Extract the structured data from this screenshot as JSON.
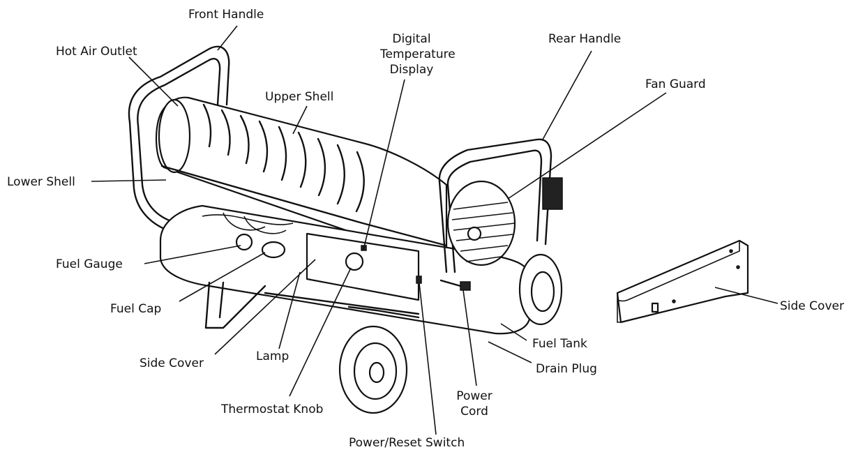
{
  "labels": {
    "front_handle": "Front Handle",
    "hot_air_outlet": "Hot Air Outlet",
    "digital_display": [
      "Digital",
      "Temperature",
      "Display"
    ],
    "rear_handle": "Rear Handle",
    "upper_shell": "Upper Shell",
    "fan_guard": "Fan Guard",
    "lower_shell": "Lower Shell",
    "fuel_gauge": "Fuel Gauge",
    "fuel_cap": "Fuel Cap",
    "side_cover_left": "Side Cover",
    "lamp": "Lamp",
    "thermostat_knob": "Thermostat Knob",
    "power_cord": [
      "Power",
      "Cord"
    ],
    "power_reset_switch": "Power/Reset Switch",
    "fuel_tank": "Fuel Tank",
    "drain_plug": "Drain Plug",
    "side_cover_right": "Side Cover"
  }
}
